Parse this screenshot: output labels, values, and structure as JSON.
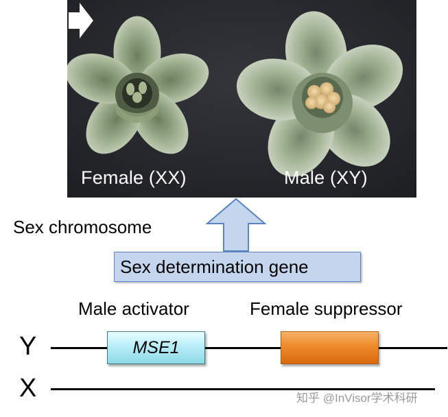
{
  "photo": {
    "female_label": "Female (XX)",
    "male_label": "Male (XY)"
  },
  "sex_chromosome_label": "Sex chromosome",
  "sex_determination_gene_label": "Sex determination gene",
  "genes": {
    "male_activator_label": "Male activator",
    "female_suppressor_label": "Female suppressor",
    "mse1_label": "MSE1"
  },
  "chromosomes": {
    "y_label": "Y",
    "x_label": "X"
  },
  "watermark": "知乎 @InVisor学术科研",
  "colors": {
    "photo_background": "#24262b",
    "gene_box_fill": "#c4d6ee",
    "mse1_fill": "#b8eef7",
    "female_suppressor_fill": "#ee8a2a"
  }
}
